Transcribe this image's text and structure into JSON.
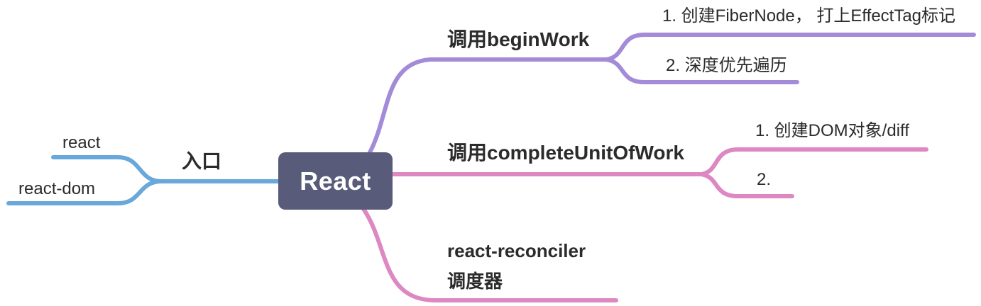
{
  "colors": {
    "blue": "#68a8da",
    "purple": "#a38bd8",
    "pink": "#dd87c3",
    "node_bg": "#585c7a",
    "node_text": "#ffffff",
    "text": "#2b2b2b"
  },
  "root": {
    "label": "React"
  },
  "entry": {
    "label": "入口",
    "sources": [
      {
        "label": "react"
      },
      {
        "label": "react-dom"
      }
    ]
  },
  "branches": [
    {
      "label": "调用beginWork",
      "children": [
        "1. 创建FiberNode， 打上EffectTag标记",
        "2. 深度优先遍历"
      ]
    },
    {
      "label": "调用completeUnitOfWork",
      "children": [
        "1. 创建DOM对象/diff",
        "2."
      ]
    },
    {
      "label": "react-reconciler",
      "sublabel": "调度器",
      "children": []
    }
  ]
}
